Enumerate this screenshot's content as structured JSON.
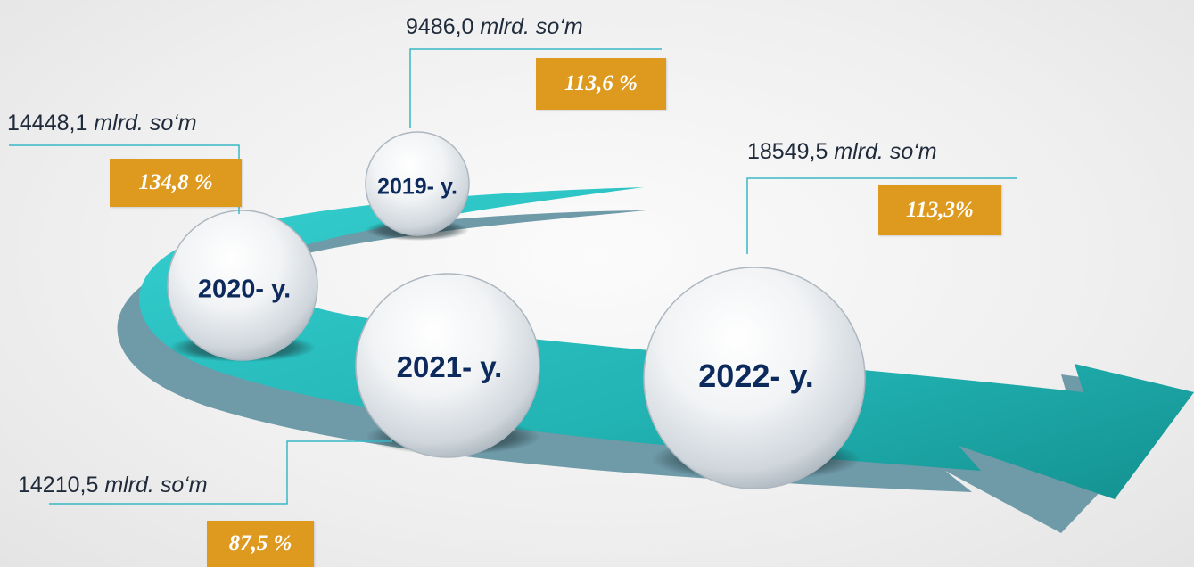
{
  "items": [
    {
      "year": "2019- y.",
      "value": "9486,0",
      "unit": "mlrd. so‘m",
      "percent": "113,6 %"
    },
    {
      "year": "2020- y.",
      "value": "14448,1",
      "unit": "mlrd. so‘m",
      "percent": "134,8 %"
    },
    {
      "year": "2021- y.",
      "value": "14210,5",
      "unit": "mlrd. so‘m",
      "percent": "87,5 %"
    },
    {
      "year": "2022- y.",
      "value": "18549,5",
      "unit": "mlrd. so‘m",
      "percent": "113,3%"
    }
  ],
  "colors": {
    "arrow_top": "#2ec7c9",
    "arrow_bottom": "#1a9e9c",
    "arrow_shadow": "#6f9aa8",
    "percent_box": "#de9a1f",
    "connector_line": "#39b7c6",
    "year_text": "#0d2a5c"
  }
}
